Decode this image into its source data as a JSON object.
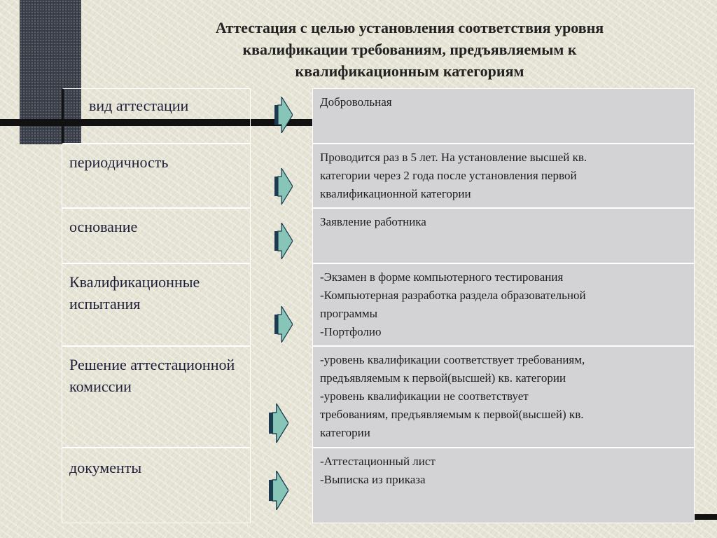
{
  "title": {
    "line1": "Аттестация с целью установления соответствия уровня",
    "line2": "квалификации требованиям, предъявляемым к",
    "line3": "квалификационным категориям"
  },
  "rows": [
    {
      "label": [
        "вид аттестации"
      ],
      "value": [
        "Добровольная"
      ]
    },
    {
      "label": [
        "периодичность"
      ],
      "value": [
        "Проводится раз в 5 лет. На установление высшей кв.",
        "категории через 2 года после установления первой",
        "квалификационной категории"
      ]
    },
    {
      "label": [
        "основание"
      ],
      "value": [
        "Заявление работника"
      ]
    },
    {
      "label": [
        "Квалификационные",
        "испытания"
      ],
      "value": [
        "-Экзамен в форме компьютерного тестирования",
        "-Компьютерная разработка раздела образовательной",
        "программы",
        "-Портфолио"
      ]
    },
    {
      "label": [
        "Решение",
        "аттестационной",
        "комиссии"
      ],
      "value": [
        "-уровень квалификации соответствует требованиям,",
        "предъявляемым к первой(высшей) кв. категории",
        "-уровень квалификации  не соответствует",
        "требованиям, предъявляемым к первой(высшей) кв.",
        "категории"
      ]
    },
    {
      "label": [
        "документы"
      ],
      "value": [
        "-Аттестационный лист",
        "-Выписка из приказа"
      ]
    }
  ],
  "icons": {
    "arrow": "arrow-right-icon"
  },
  "colors": {
    "arrow_fill": "#86c5b8",
    "arrow_stroke": "#1c3b4f",
    "cell_bg": "#d3d3d5",
    "dark_block": "#3a3f4a"
  }
}
